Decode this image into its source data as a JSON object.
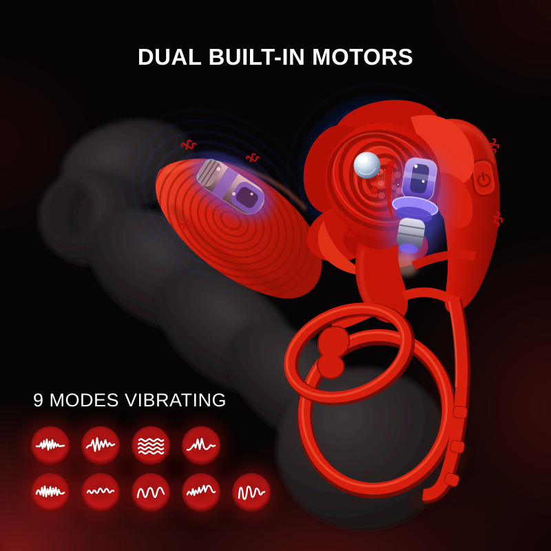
{
  "header": {
    "title": "DUAL BUILT-IN MOTORS",
    "text_color": "#ffffff"
  },
  "modes": {
    "label": "9 MODES VIBRATING",
    "count": 9,
    "badge_color": "#b61414",
    "wave_color": "#ffffff",
    "badges": [
      {
        "name": "mode-1",
        "icon": "waveform-compact-burst"
      },
      {
        "name": "mode-2",
        "icon": "waveform-sharp-zigzag"
      },
      {
        "name": "mode-3",
        "icon": "waveform-steady-lines"
      },
      {
        "name": "mode-4",
        "icon": "waveform-rise-pulse"
      },
      {
        "name": "mode-5",
        "icon": "waveform-rolling-burst"
      },
      {
        "name": "mode-6",
        "icon": "waveform-soft-ripple"
      },
      {
        "name": "mode-7",
        "icon": "waveform-smooth-sine"
      },
      {
        "name": "mode-8",
        "icon": "waveform-step-spikes"
      },
      {
        "name": "mode-9",
        "icon": "waveform-fading-scribble"
      }
    ]
  },
  "product": {
    "body_color": "#d6200f",
    "motor_glow_color": "#7b6cf2",
    "vibration_wave_color": "#2e44a8",
    "power_button_icon": "power-icon"
  },
  "background": {
    "base_color": "#060404",
    "glow_color": "#5a1212"
  }
}
